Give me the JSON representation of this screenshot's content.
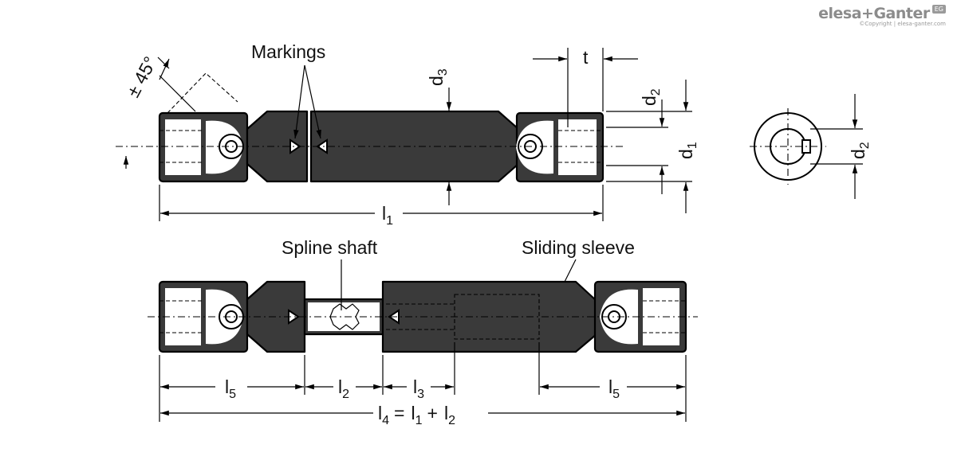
{
  "brand": {
    "logo_text": "elesa+Ganter",
    "logo_badge": "EG",
    "copyright": "©Copyright | elesa-ganter.com"
  },
  "labels": {
    "markings": "Markings",
    "spline_shaft": "Spline shaft",
    "sliding_sleeve": "Sliding sleeve",
    "angle": "± 45°"
  },
  "dimensions": {
    "t": "t",
    "d3": {
      "main": "d",
      "sub": "3"
    },
    "d2_top": {
      "main": "d",
      "sub": "2"
    },
    "d1": {
      "main": "d",
      "sub": "1"
    },
    "d2_side": {
      "main": "d",
      "sub": "2"
    },
    "l1": {
      "main": "l",
      "sub": "1"
    },
    "l5_left": {
      "main": "l",
      "sub": "5"
    },
    "l2": {
      "main": "l",
      "sub": "2"
    },
    "l3": {
      "main": "l",
      "sub": "3"
    },
    "l5_right": {
      "main": "l",
      "sub": "5"
    },
    "l4_formula": {
      "l4": "l",
      "l4_sub": "4",
      "eq": "=",
      "l1": "l",
      "l1_sub": "1",
      "plus": "+",
      "l2": "l",
      "l2_sub": "2"
    }
  },
  "colors": {
    "line": "#000000",
    "body": "#3a3a3a",
    "logo": "#8c8c8c"
  }
}
